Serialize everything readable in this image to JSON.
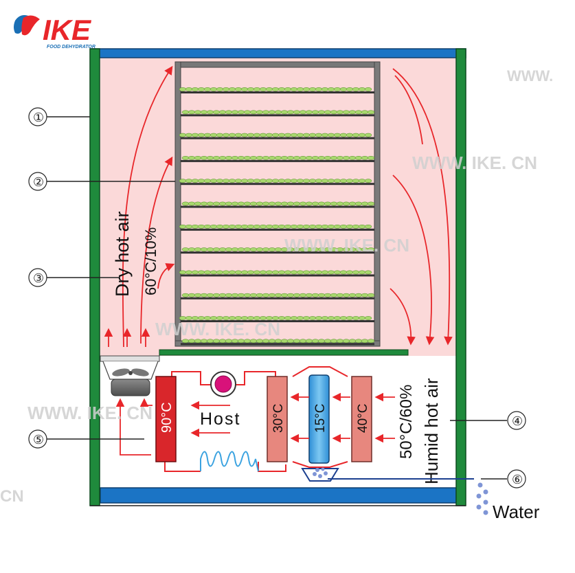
{
  "brand": {
    "logo_text": "IKE",
    "logo_subtext": "FOOD DEHYDRATOR",
    "logo_color": "#e8262a",
    "accent_color": "#1a6fb5"
  },
  "watermarks": [
    "WWW.",
    "WWW. IKE. CN",
    "WWW. IKE. CN",
    "WWW. IKE. CN",
    "WWW. IKE. CN",
    "CN"
  ],
  "callouts": {
    "c1": "①",
    "c2": "②",
    "c3": "③",
    "c4": "④",
    "c5": "⑤",
    "c6": "⑥"
  },
  "labels": {
    "dry_hot_air": "Dry hot air",
    "dry_temp": "60°C/10%",
    "humid_hot_air": "Humid hot air",
    "humid_temp": "50°C/60%",
    "host": "Host",
    "condenser_temp": "90°C",
    "coil_30": "30°C",
    "evaporator_temp": "15°C",
    "coil_40": "40°C",
    "water": "Water"
  },
  "colors": {
    "chamber_fill": "#fbd9d9",
    "frame_green": "#1f8a3c",
    "frame_blue": "#1b74c5",
    "airflow_red": "#e8262a",
    "coil_red": "#d9262b",
    "coil_salmon": "#e7877e",
    "coil_blue": "#3aa2e0",
    "pump_magenta": "#d8127a",
    "water_blue": "#7f95d6"
  }
}
